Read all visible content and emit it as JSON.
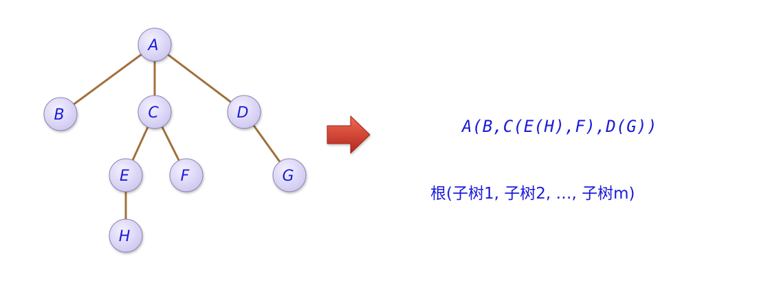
{
  "tree": {
    "nodes": [
      {
        "id": "A",
        "label": "A"
      },
      {
        "id": "B",
        "label": "B"
      },
      {
        "id": "C",
        "label": "C"
      },
      {
        "id": "D",
        "label": "D"
      },
      {
        "id": "E",
        "label": "E"
      },
      {
        "id": "F",
        "label": "F"
      },
      {
        "id": "G",
        "label": "G"
      },
      {
        "id": "H",
        "label": "H"
      }
    ],
    "edges": [
      [
        "A",
        "B"
      ],
      [
        "A",
        "C"
      ],
      [
        "A",
        "D"
      ],
      [
        "C",
        "E"
      ],
      [
        "C",
        "F"
      ],
      [
        "D",
        "G"
      ],
      [
        "E",
        "H"
      ]
    ],
    "colors": {
      "edge": "#a0703a",
      "node_fill_light": "#eeeaff",
      "node_fill_dark": "#cfc9f2",
      "node_stroke": "#8a84b0",
      "label": "#1a1adb",
      "arrow_light": "#e8553e",
      "arrow_dark": "#b3261e"
    }
  },
  "arrow": {
    "icon": "right-arrow-icon"
  },
  "formulas": {
    "expression": "A(B,C(E(H),F),D(G))",
    "general": "根(子树1, 子树2,  …, 子树m)"
  }
}
